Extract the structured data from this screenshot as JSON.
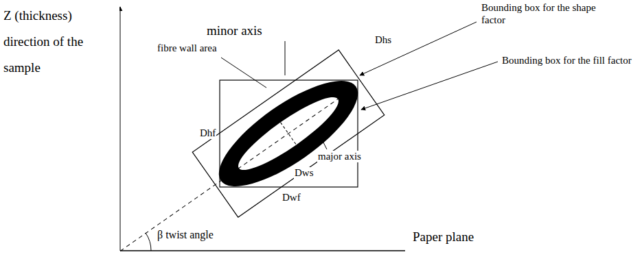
{
  "diagram": {
    "labels": [
      "Bounding box for the shape factor",
      "Z (thickness) direction of the sample",
      "minor axis",
      "Dhs",
      "fibre wall area",
      "Bounding box for the fill factor",
      "Dhf",
      "major axis",
      "Dws",
      "Dwf",
      "β twist angle",
      "Paper plane"
    ]
  }
}
